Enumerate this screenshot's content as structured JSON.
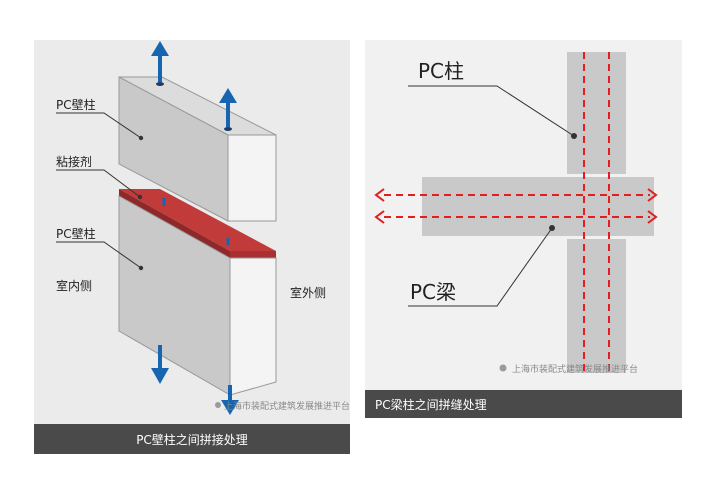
{
  "left": {
    "label_wall_top": "PC壁柱",
    "label_adhesive": "粘接剂",
    "label_wall_bottom": "PC壁柱",
    "label_inner": "室内侧",
    "label_outer": "室外侧",
    "watermark": "上海市装配式建筑发展推进平台",
    "caption": "PC壁柱之间拼接处理"
  },
  "right": {
    "label_column": "PC柱",
    "label_beam": "PC梁",
    "watermark": "上海市装配式建筑发展推进平台",
    "caption": "PC梁柱之间拼缝处理"
  },
  "colors": {
    "block_front": "#c8c8c8",
    "block_side": "#f4f4f4",
    "block_top": "#dcdcdc",
    "adhesive": "#b33a3a",
    "arrow": "#1565b0",
    "dash": "#e02020",
    "caption_bg": "#4a4a4a"
  }
}
